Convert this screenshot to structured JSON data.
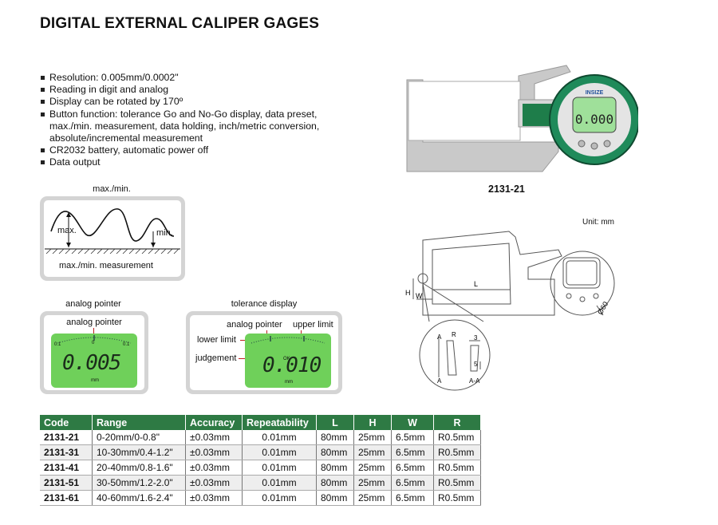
{
  "title": "DIGITAL EXTERNAL CALIPER GAGES",
  "features": [
    "Resolution: 0.005mm/0.0002\"",
    "Reading in digit and analog",
    "Display can be rotated by 170º",
    "Button function: tolerance Go and No-Go display, data preset, max./min. measurement, data holding, inch/metric conversion, absolute/incremental measurement",
    "CR2032 battery, automatic power off",
    "Data output"
  ],
  "product_model": "2131-21",
  "product_brand": "INSIZE",
  "product_display": "0.000",
  "maxmin": {
    "caption": "max./min.",
    "max_label": "max.",
    "min_label": "min.",
    "footer": "max./min. measurement"
  },
  "analog": {
    "caption": "analog pointer",
    "label": "analog pointer",
    "scale_left": "0.1",
    "scale_center": "0",
    "scale_right": "0.1",
    "reading": "0.005",
    "unit": "mm"
  },
  "tolerance": {
    "caption": "tolerance display",
    "analog_label": "analog pointer",
    "upper_label": "upper limit",
    "lower_label": "lower limit",
    "judgement_label": "judgement",
    "reading": "0.010",
    "ok": "OK",
    "unit": "mm"
  },
  "drawing": {
    "unit": "Unit: mm",
    "L": "L",
    "H": "H",
    "W": "W",
    "dia": "Ø60",
    "A1": "A",
    "R": "R",
    "A2": "A",
    "three": "3",
    "five": "5",
    "AA": "A-A"
  },
  "table": {
    "headers": [
      "Code",
      "Range",
      "Accuracy",
      "Repeatability",
      "L",
      "H",
      "W",
      "R"
    ],
    "rows": [
      [
        "2131-21",
        "0-20mm/0-0.8\"",
        "±0.03mm",
        "0.01mm",
        "80mm",
        "25mm",
        "6.5mm",
        "R0.5mm"
      ],
      [
        "2131-31",
        "10-30mm/0.4-1.2\"",
        "±0.03mm",
        "0.01mm",
        "80mm",
        "25mm",
        "6.5mm",
        "R0.5mm"
      ],
      [
        "2131-41",
        "20-40mm/0.8-1.6\"",
        "±0.03mm",
        "0.01mm",
        "80mm",
        "25mm",
        "6.5mm",
        "R0.5mm"
      ],
      [
        "2131-51",
        "30-50mm/1.2-2.0\"",
        "±0.03mm",
        "0.01mm",
        "80mm",
        "25mm",
        "6.5mm",
        "R0.5mm"
      ],
      [
        "2131-61",
        "40-60mm/1.6-2.4\"",
        "±0.03mm",
        "0.01mm",
        "80mm",
        "25mm",
        "6.5mm",
        "R0.5mm"
      ]
    ]
  },
  "colors": {
    "table_header": "#2e7a44",
    "lcd_green": "#6fd05a",
    "bezel_green": "#1f8a5a"
  }
}
